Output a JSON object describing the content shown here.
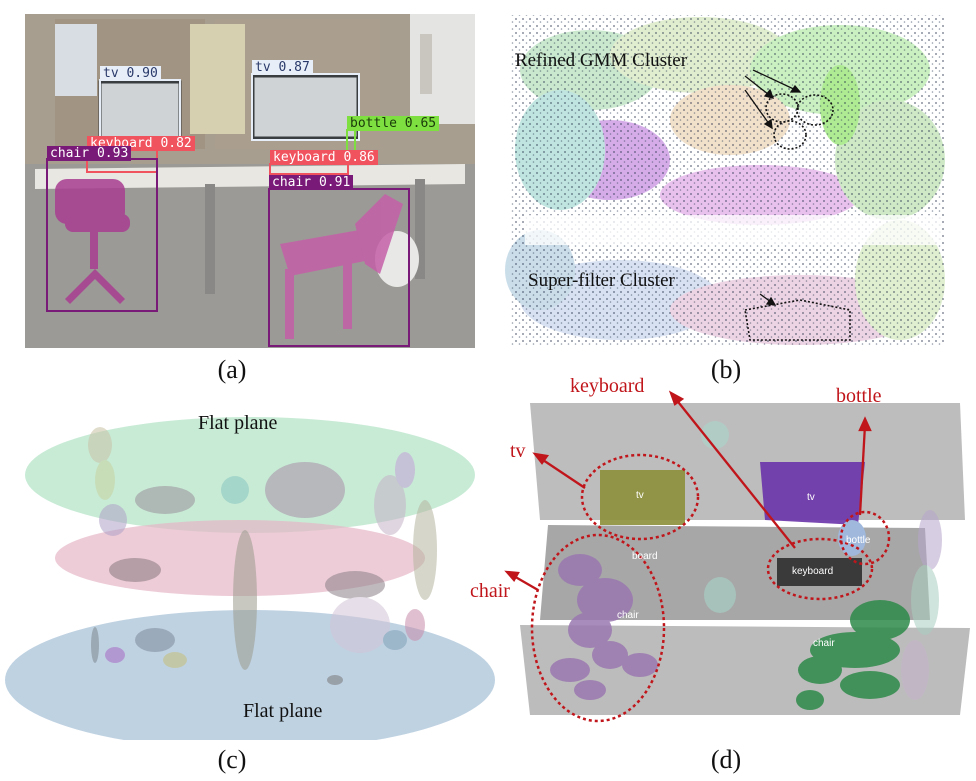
{
  "panel_a": {
    "caption": "(a)",
    "detections": [
      {
        "label": "tv 0.90",
        "color": "#e8eef8",
        "text_color": "#2a3a6a"
      },
      {
        "label": "tv 0.87",
        "color": "#e8eef8",
        "text_color": "#2a3a6a"
      },
      {
        "label": "keyboard 0.82",
        "color": "#f0525e",
        "text_color": "#ffffff"
      },
      {
        "label": "keyboard 0.86",
        "color": "#f0525e",
        "text_color": "#ffffff"
      },
      {
        "label": "bottle 0.65",
        "color": "#7ee040",
        "text_color": "#1a3a0a"
      },
      {
        "label": "chair 0.93",
        "color": "#7a1a78",
        "text_color": "#ffffff"
      },
      {
        "label": "chair 0.91",
        "color": "#7a1a78",
        "text_color": "#ffffff"
      }
    ]
  },
  "panel_b": {
    "caption": "(b)",
    "annotations": [
      "Refined GMM Cluster",
      "Super-filter Cluster"
    ]
  },
  "panel_c": {
    "caption": "(c)",
    "plane_labels": [
      "Flat plane",
      "Flat plane"
    ]
  },
  "panel_d": {
    "caption": "(d)",
    "annotations": [
      "keyboard",
      "bottle",
      "tv",
      "chair"
    ],
    "object_tags": [
      "tv",
      "tv",
      "board",
      "keyboard",
      "bottle",
      "chair",
      "chair"
    ],
    "accent_color": "#c0161b"
  }
}
